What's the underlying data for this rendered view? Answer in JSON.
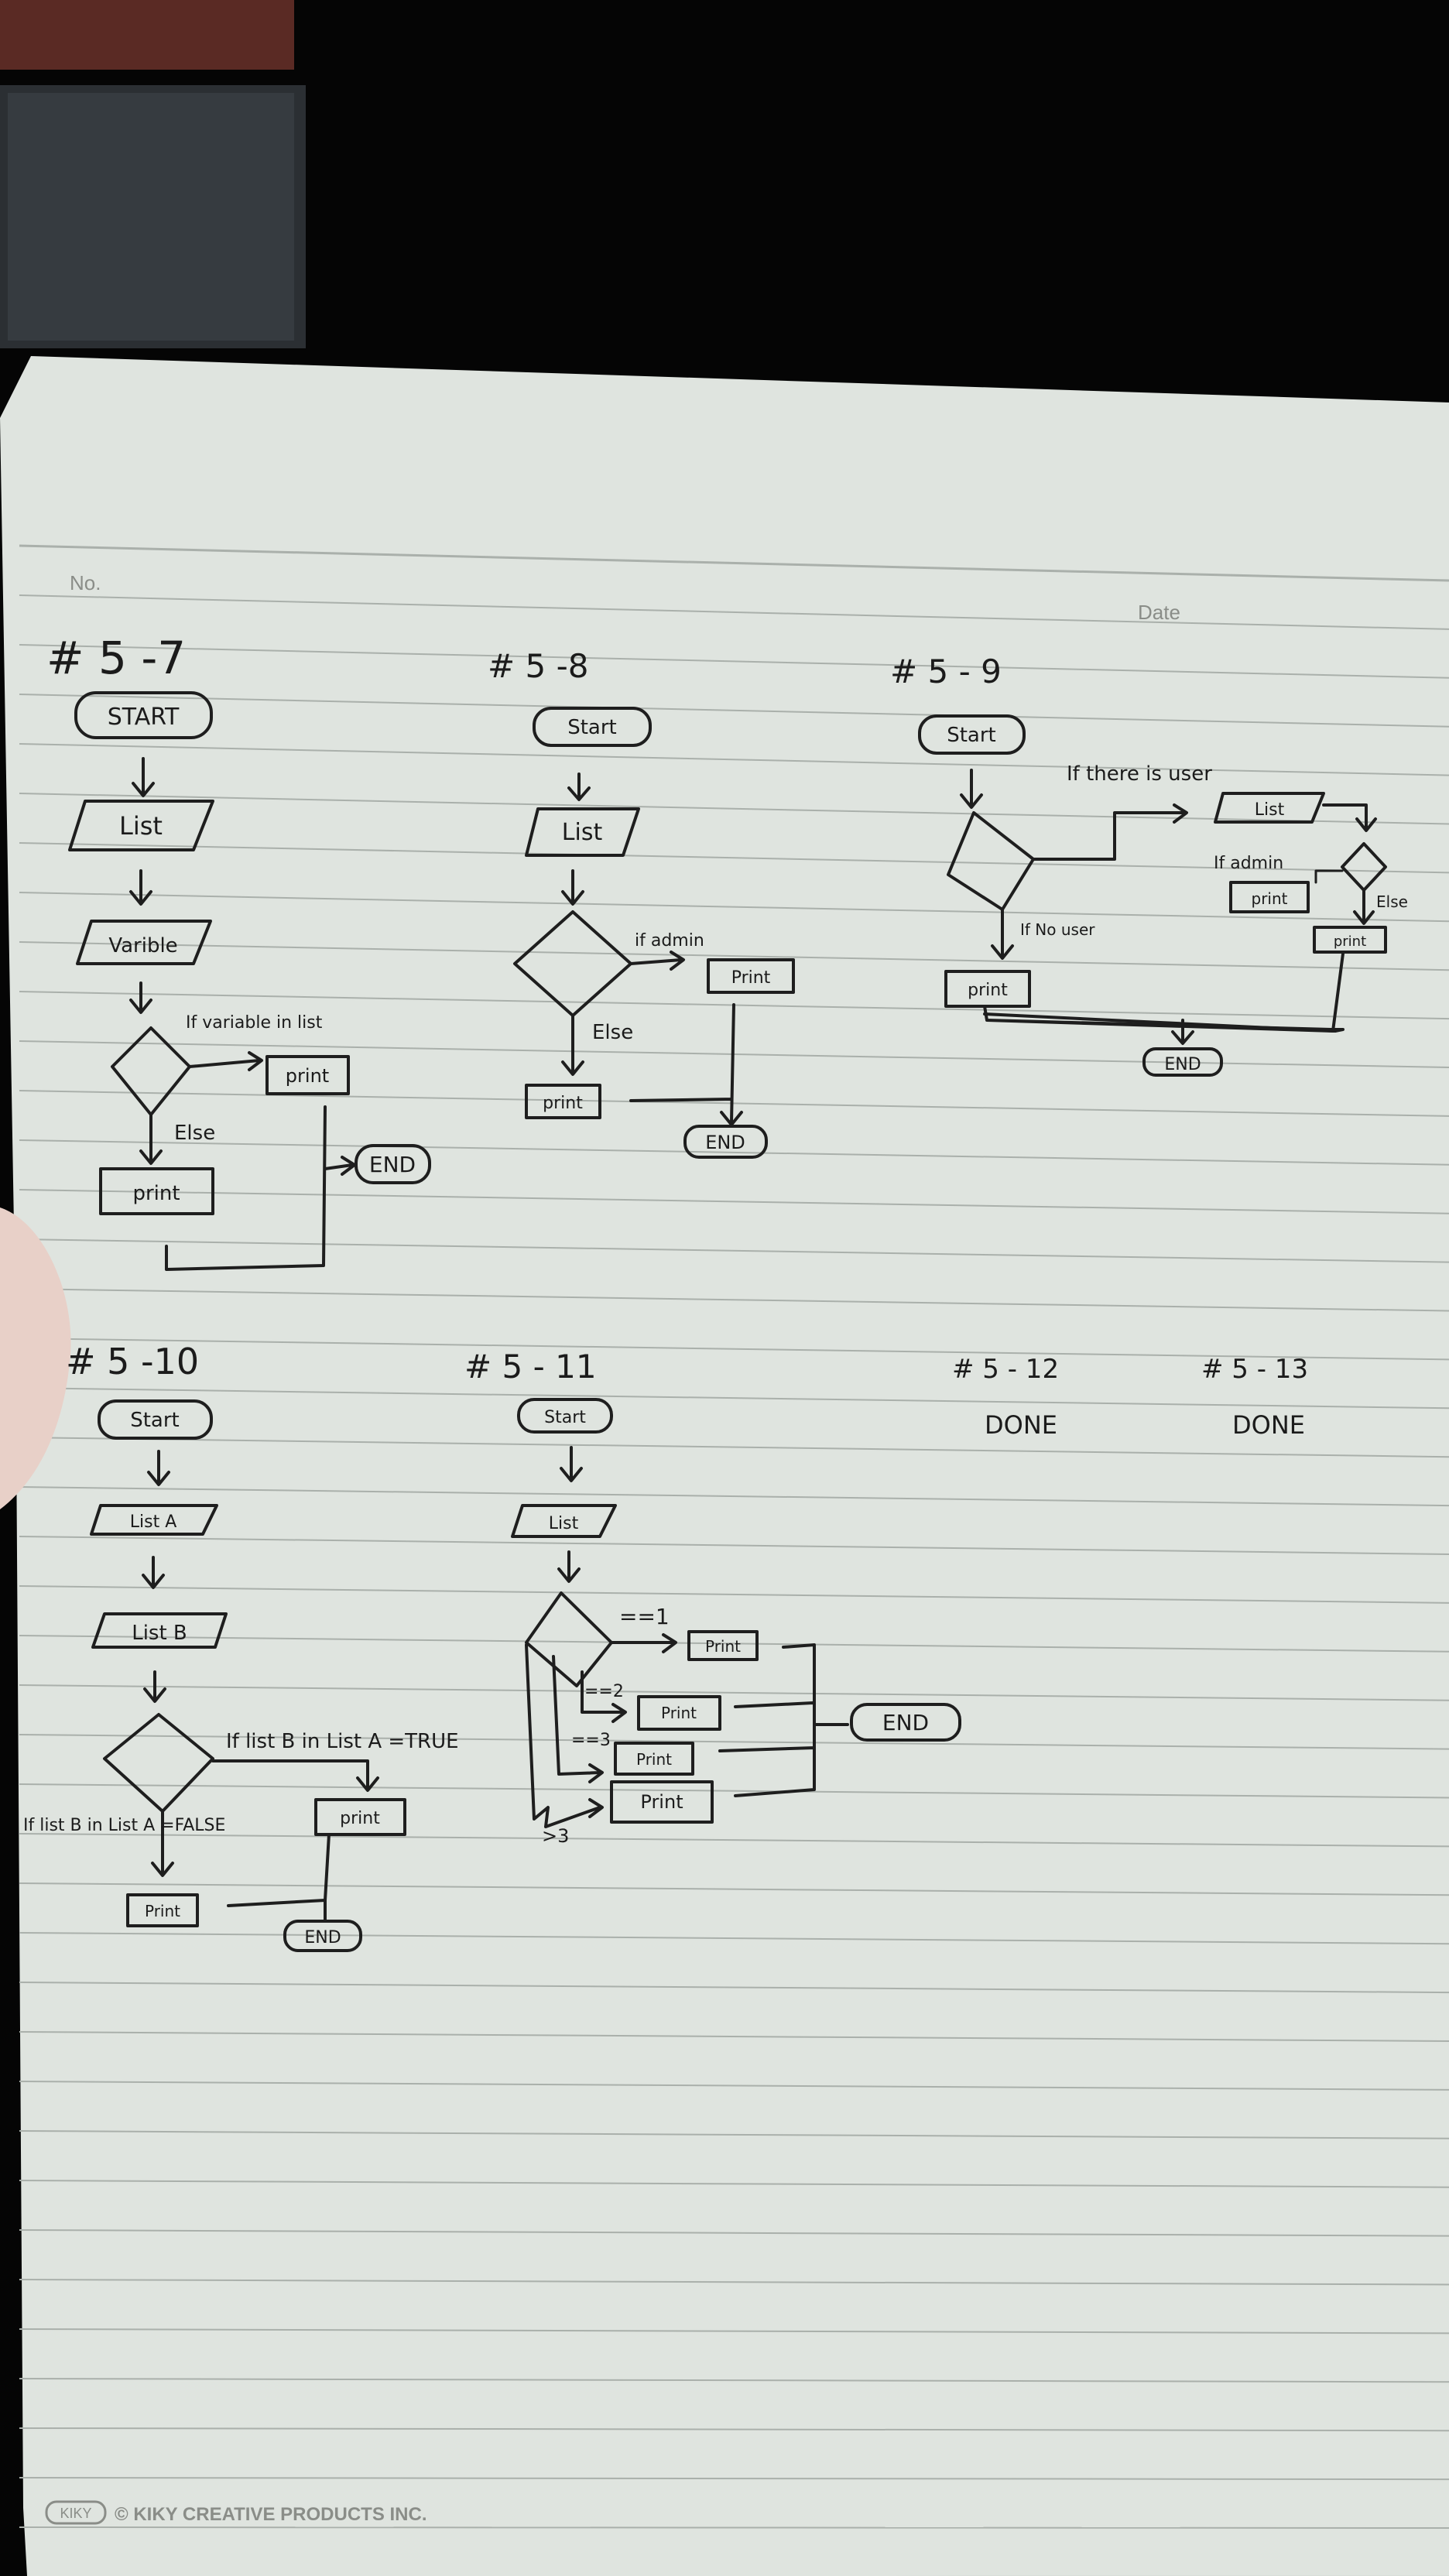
{
  "notebook": {
    "no_label": "No.",
    "date_label": "Date",
    "footer": {
      "brand_mark": "KIKY",
      "text": "© KIKY CREATIVE PRODUCTS INC."
    }
  },
  "flowcharts": {
    "f57": {
      "heading": "# 5 -7",
      "start": "START",
      "list": "List",
      "variable": "Varible",
      "cond": "If variable in list",
      "print_true": "print",
      "else": "Else",
      "print_false": "print",
      "end": "END"
    },
    "f58": {
      "heading": "# 5 -8",
      "start": "Start",
      "list": "List",
      "cond": "if admin",
      "print_true": "Print",
      "else": "Else",
      "print_false": "print",
      "end": "END"
    },
    "f59": {
      "heading": "# 5 - 9",
      "start": "Start",
      "cond_users": "If there is user",
      "list": "List",
      "cond_admin": "If admin",
      "print_admin": "print",
      "else": "Else",
      "print_else": "print",
      "no_user": "If No user",
      "print_no_user": "print",
      "end": "END"
    },
    "f510": {
      "heading": "# 5 -10",
      "start": "Start",
      "list_a": "List A",
      "list_b": "List B",
      "cond_true": "If list B in List A =TRUE",
      "print_true": "print",
      "cond_false": "If list B in List A =FALSE",
      "print_false": "Print",
      "end": "END"
    },
    "f511": {
      "heading": "# 5 - 11",
      "start": "Start",
      "list": "List",
      "eq1": "==1",
      "eq2": "==2",
      "eq3": "==3",
      "gt3": ">3",
      "print1": "Print",
      "print2": "Print",
      "print3": "Print",
      "print4": "Print",
      "end": "END"
    },
    "f512": {
      "heading": "# 5 - 12",
      "status": "DONE"
    },
    "f513": {
      "heading": "# 5 - 13",
      "status": "DONE"
    }
  },
  "colors": {
    "background": "#050505",
    "paper": "#dfe4df",
    "rule_line": "#aab0ab",
    "ink": "#1e1e1e",
    "thumb": "#e8d0c8"
  }
}
